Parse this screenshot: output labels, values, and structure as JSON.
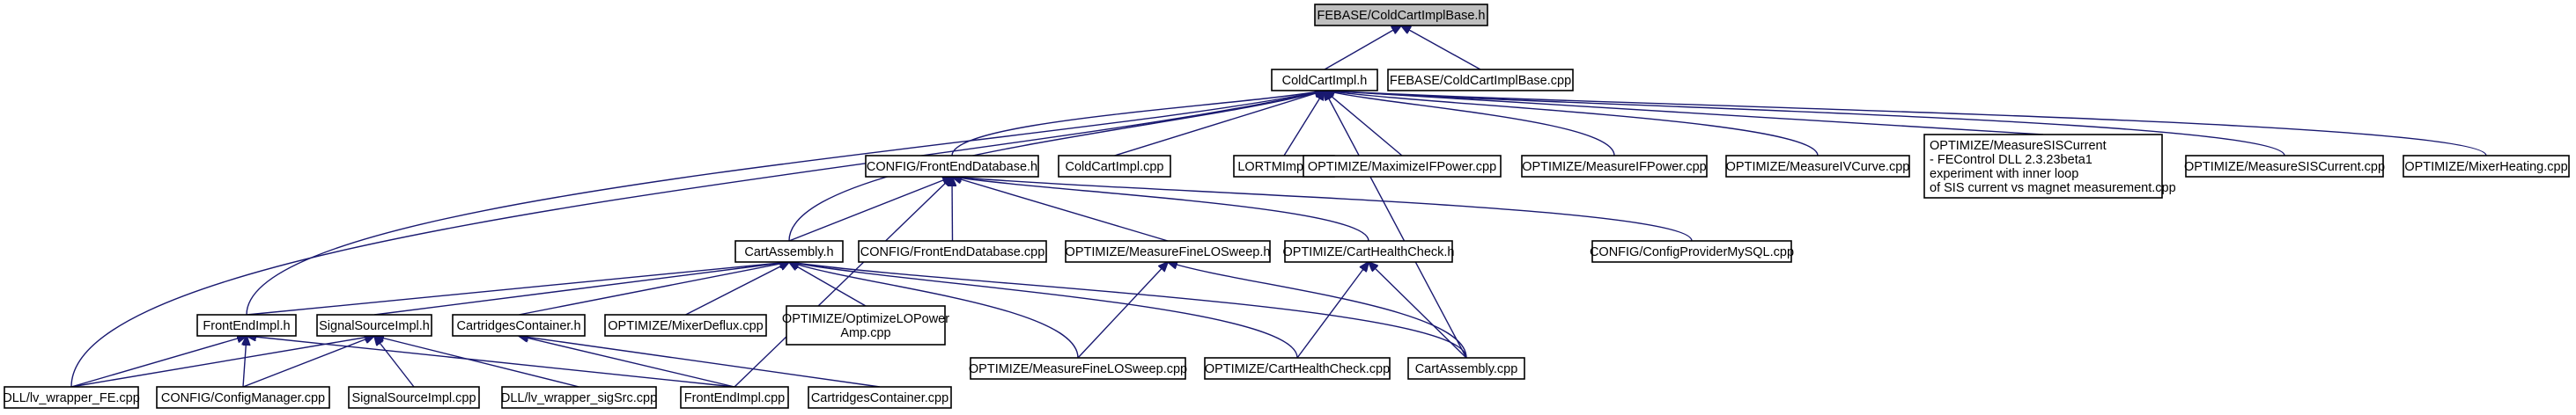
{
  "graph": {
    "title": "FEBASE/ColdCartImplBase.h",
    "nodes": [
      {
        "id": "n0",
        "lines": [
          "FEBASE/ColdCartImplBase.h"
        ],
        "root": true
      },
      {
        "id": "n1",
        "lines": [
          "ColdCartImpl.h"
        ]
      },
      {
        "id": "n2",
        "lines": [
          "FEBASE/ColdCartImplBase.cpp"
        ]
      },
      {
        "id": "n3",
        "lines": [
          "CONFIG/FrontEndDatabase.h"
        ]
      },
      {
        "id": "n4",
        "lines": [
          "ColdCartImpl.cpp"
        ]
      },
      {
        "id": "n5",
        "lines": [
          "LORTMImpl.cpp"
        ]
      },
      {
        "id": "n6",
        "lines": [
          "OPTIMIZE/MaximizeIFPower.cpp"
        ]
      },
      {
        "id": "n7",
        "lines": [
          "OPTIMIZE/MeasureIFPower.cpp"
        ]
      },
      {
        "id": "n8",
        "lines": [
          "OPTIMIZE/MeasureIVCurve.cpp"
        ]
      },
      {
        "id": "n9",
        "lines": [
          "OPTIMIZE/MeasureSISCurrent",
          "- FEControl DLL 2.3.23beta1",
          "experiment with inner loop",
          "of SIS current vs magnet measurement.cpp"
        ]
      },
      {
        "id": "n10",
        "lines": [
          "OPTIMIZE/MeasureSISCurrent.cpp"
        ]
      },
      {
        "id": "n11",
        "lines": [
          "OPTIMIZE/MixerHeating.cpp"
        ]
      },
      {
        "id": "n12",
        "lines": [
          "CartAssembly.h"
        ]
      },
      {
        "id": "n13",
        "lines": [
          "CONFIG/FrontEndDatabase.cpp"
        ]
      },
      {
        "id": "n14",
        "lines": [
          "OPTIMIZE/MeasureFineLOSweep.h"
        ]
      },
      {
        "id": "n15",
        "lines": [
          "OPTIMIZE/CartHealthCheck.h"
        ]
      },
      {
        "id": "n16",
        "lines": [
          "CONFIG/ConfigProviderMySQL.cpp"
        ]
      },
      {
        "id": "n17",
        "lines": [
          "FrontEndImpl.h"
        ]
      },
      {
        "id": "n18",
        "lines": [
          "SignalSourceImpl.h"
        ]
      },
      {
        "id": "n19",
        "lines": [
          "CartridgesContainer.h"
        ]
      },
      {
        "id": "n20",
        "lines": [
          "OPTIMIZE/MixerDeflux.cpp"
        ]
      },
      {
        "id": "n21",
        "lines": [
          "OPTIMIZE/OptimizeLOPower",
          "Amp.cpp"
        ]
      },
      {
        "id": "n22",
        "lines": [
          "OPTIMIZE/MeasureFineLOSweep.cpp"
        ]
      },
      {
        "id": "n23",
        "lines": [
          "OPTIMIZE/CartHealthCheck.cpp"
        ]
      },
      {
        "id": "n24",
        "lines": [
          "CartAssembly.cpp"
        ]
      },
      {
        "id": "n25",
        "lines": [
          "DLL/lv_wrapper_FE.cpp"
        ]
      },
      {
        "id": "n26",
        "lines": [
          "CONFIG/ConfigManager.cpp"
        ]
      },
      {
        "id": "n27",
        "lines": [
          "SignalSourceImpl.cpp"
        ]
      },
      {
        "id": "n28",
        "lines": [
          "DLL/lv_wrapper_sigSrc.cpp"
        ]
      },
      {
        "id": "n29",
        "lines": [
          "FrontEndImpl.cpp"
        ]
      },
      {
        "id": "n30",
        "lines": [
          "CartridgesContainer.cpp"
        ]
      }
    ],
    "edges": [
      [
        "n1",
        "n0"
      ],
      [
        "n2",
        "n0"
      ],
      [
        "n3",
        "n1"
      ],
      [
        "n4",
        "n1"
      ],
      [
        "n5",
        "n1"
      ],
      [
        "n6",
        "n1"
      ],
      [
        "n7",
        "n1"
      ],
      [
        "n8",
        "n1"
      ],
      [
        "n9",
        "n1"
      ],
      [
        "n10",
        "n1"
      ],
      [
        "n11",
        "n1"
      ],
      [
        "n12",
        "n1"
      ],
      [
        "n17",
        "n1"
      ],
      [
        "n25",
        "n1"
      ],
      [
        "n24",
        "n1"
      ],
      [
        "n12",
        "n3"
      ],
      [
        "n13",
        "n3"
      ],
      [
        "n14",
        "n3"
      ],
      [
        "n15",
        "n3"
      ],
      [
        "n16",
        "n3"
      ],
      [
        "n29",
        "n3"
      ],
      [
        "n17",
        "n12"
      ],
      [
        "n18",
        "n12"
      ],
      [
        "n19",
        "n12"
      ],
      [
        "n20",
        "n12"
      ],
      [
        "n21",
        "n12"
      ],
      [
        "n22",
        "n12"
      ],
      [
        "n23",
        "n12"
      ],
      [
        "n24",
        "n12"
      ],
      [
        "n22",
        "n14"
      ],
      [
        "n24",
        "n14"
      ],
      [
        "n23",
        "n15"
      ],
      [
        "n24",
        "n15"
      ],
      [
        "n25",
        "n17"
      ],
      [
        "n26",
        "n17"
      ],
      [
        "n29",
        "n17"
      ],
      [
        "n25",
        "n18"
      ],
      [
        "n26",
        "n18"
      ],
      [
        "n27",
        "n18"
      ],
      [
        "n28",
        "n18"
      ],
      [
        "n29",
        "n19"
      ],
      [
        "n30",
        "n19"
      ]
    ]
  }
}
